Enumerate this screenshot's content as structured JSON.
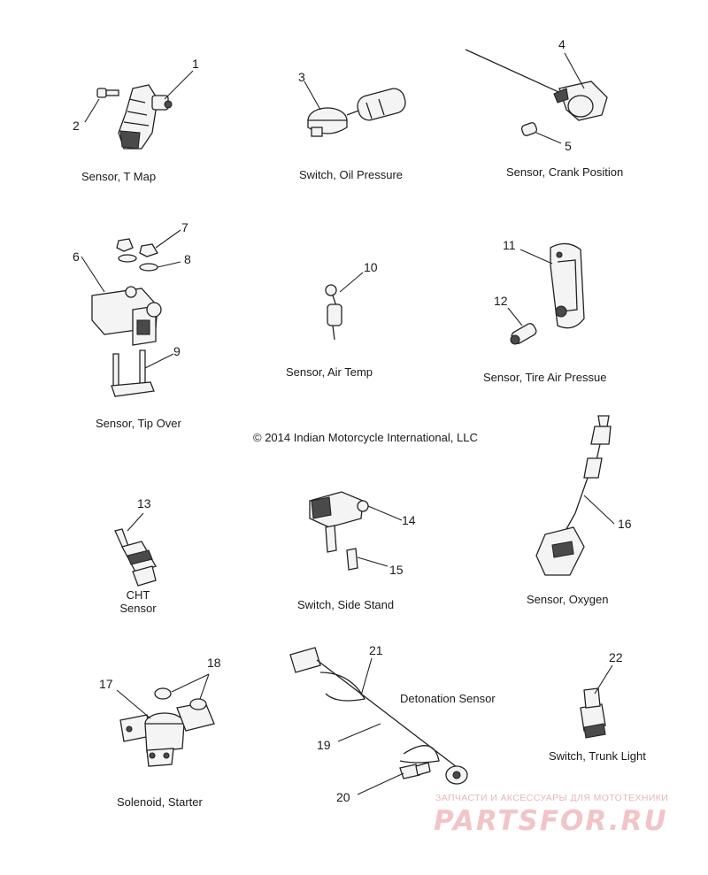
{
  "labels": {
    "t_map": "Sensor, T Map",
    "oil_pressure": "Switch, Oil Pressure",
    "crank_position": "Sensor, Crank Position",
    "tip_over": "Sensor, Tip Over",
    "air_temp": "Sensor, Air Temp",
    "tire_air": "Sensor, Tire Air Pressue",
    "copyright": "© 2014 Indian Motorcycle International, LLC",
    "cht_line1": "CHT",
    "cht_line2": "Sensor",
    "side_stand": "Switch, Side Stand",
    "oxygen": "Sensor, Oxygen",
    "detonation": "Detonation Sensor",
    "solenoid": "Solenoid, Starter",
    "trunk_light": "Switch, Trunk Light"
  },
  "callouts": {
    "n1": "1",
    "n2": "2",
    "n3": "3",
    "n4": "4",
    "n5": "5",
    "n6": "6",
    "n7": "7",
    "n8": "8",
    "n9": "9",
    "n10": "10",
    "n11": "11",
    "n12": "12",
    "n13": "13",
    "n14": "14",
    "n15": "15",
    "n16": "16",
    "n17": "17",
    "n18": "18",
    "n19": "19",
    "n20": "20",
    "n21": "21",
    "n22": "22"
  },
  "watermark": {
    "tagline": "ЗАПЧАСТИ И АКСЕССУАРЫ ДЛЯ МОТОТЕХНИКИ",
    "brand": "PARTSFOR.RU",
    "color": "#f2c4c7"
  }
}
